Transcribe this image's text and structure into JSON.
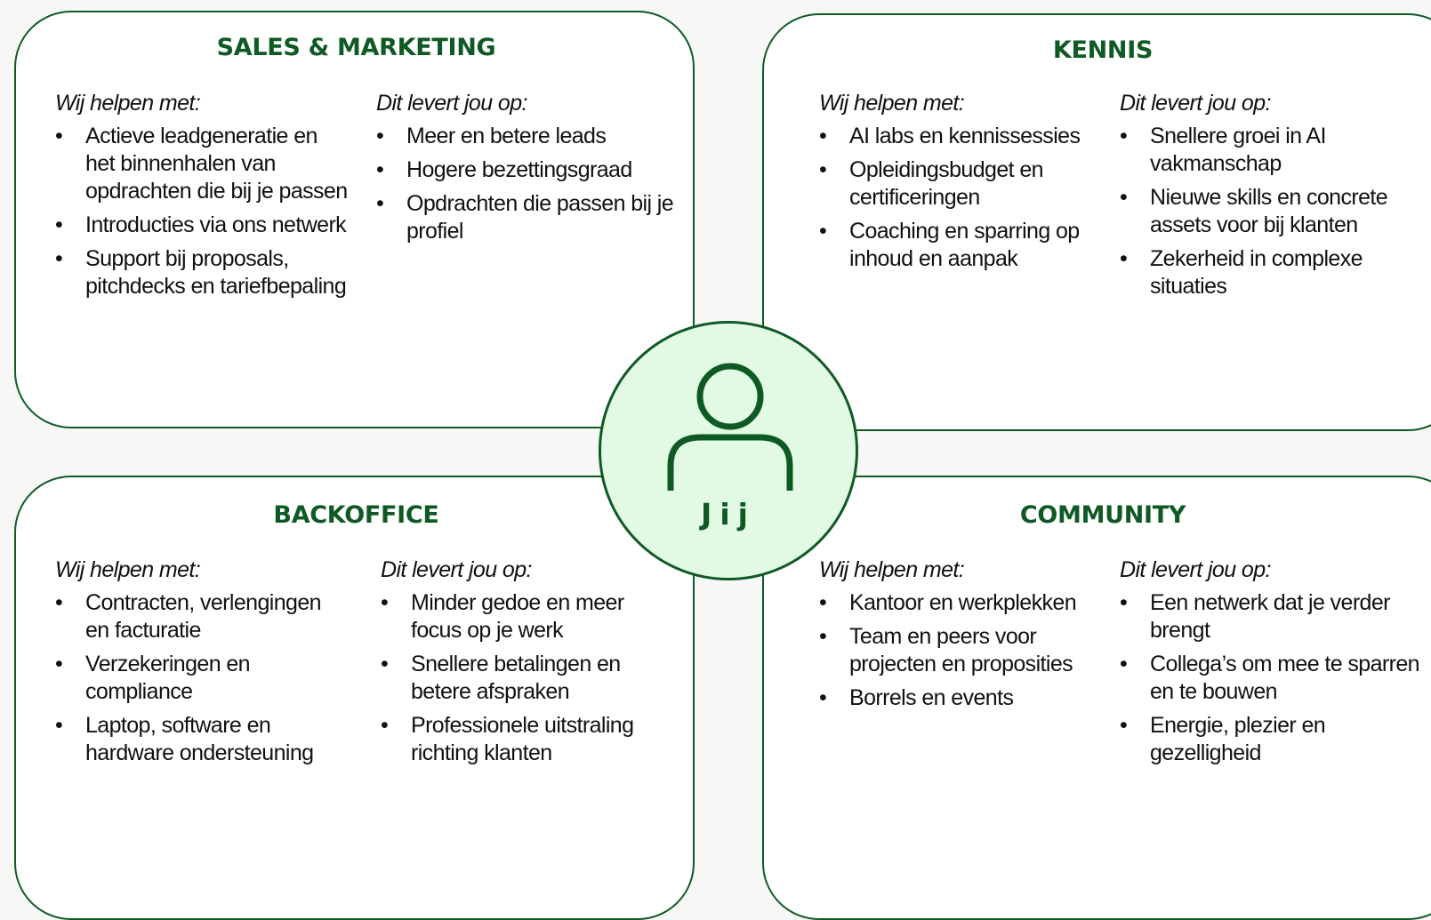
{
  "center": {
    "label": "Jij"
  },
  "cards": {
    "sales": {
      "title": "SALES & MARKETING",
      "help_heading": "Wij helpen met:",
      "help_items": [
        "Actieve leadgeneratie en het binnenhalen van opdrachten die bij je passen",
        "Introducties via ons netwerk",
        "Support bij proposals, pitchdecks en tariefbepaling"
      ],
      "benefit_heading": "Dit levert jou op:",
      "benefit_items": [
        "Meer en betere leads",
        "Hogere bezettingsgraad",
        "Opdrachten die passen bij je profiel"
      ]
    },
    "kennis": {
      "title": "KENNIS",
      "help_heading": "Wij helpen met:",
      "help_items": [
        "AI labs en kennissessies",
        "Opleidingsbudget en certificeringen",
        "Coaching en sparring op inhoud en aanpak"
      ],
      "benefit_heading": "Dit levert jou op:",
      "benefit_items": [
        "Snellere groei in AI vakmanschap",
        "Nieuwe skills en concrete assets voor bij klanten",
        "Zekerheid in complexe situaties"
      ]
    },
    "backoffice": {
      "title": "BACKOFFICE",
      "help_heading": "Wij helpen met:",
      "help_items": [
        "Contracten, verlengingen en facturatie",
        "Verzekeringen en compliance",
        "Laptop, software en hardware ondersteuning"
      ],
      "benefit_heading": "Dit levert jou op:",
      "benefit_items": [
        "Minder gedoe en meer focus op je werk",
        "Snellere betalingen en betere afspraken",
        "Professionele uitstraling richting klanten"
      ]
    },
    "community": {
      "title": "COMMUNITY",
      "help_heading": "Wij helpen met:",
      "help_items": [
        "Kantoor en werkplekken",
        "Team en peers voor projecten en proposities",
        "Borrels en events"
      ],
      "benefit_heading": "Dit levert jou op:",
      "benefit_items": [
        "Een netwerk dat je verder brengt",
        "Collega’s om mee te sparren en te bouwen",
        "Energie, plezier en gezelligheid"
      ]
    }
  },
  "colors": {
    "accent": "#0f5a24",
    "center_fill": "#e2fae4",
    "card_fill": "#ffffff",
    "page_background": "#f7f7f5"
  },
  "icons": {
    "center": "person-icon",
    "bullet": "•"
  }
}
